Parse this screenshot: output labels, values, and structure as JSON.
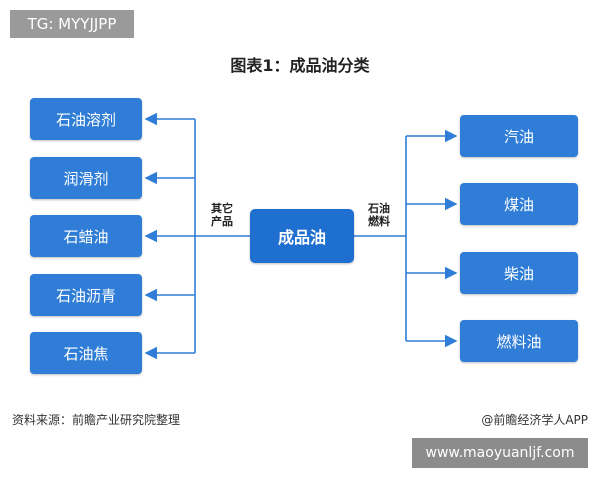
{
  "tg_label": "TG: MYYJJPP",
  "title": "图表1：成品油分类",
  "center_node": "成品油",
  "left_branch_label": "其它\n产品",
  "right_branch_label": "石油\n燃料",
  "left_nodes": [
    "石油溶剂",
    "润滑剂",
    "石蜡油",
    "石油沥青",
    "石油焦"
  ],
  "right_nodes": [
    "汽油",
    "煤油",
    "柴油",
    "燃料油"
  ],
  "source": "资料来源：前瞻产业研究院整理",
  "brand": "@前瞻经济学人APP",
  "watermark": "www.maoyuanljf.com",
  "colors": {
    "node": "#2f7dd6",
    "center": "#1f6fd0",
    "line": "#2f7dd6"
  }
}
